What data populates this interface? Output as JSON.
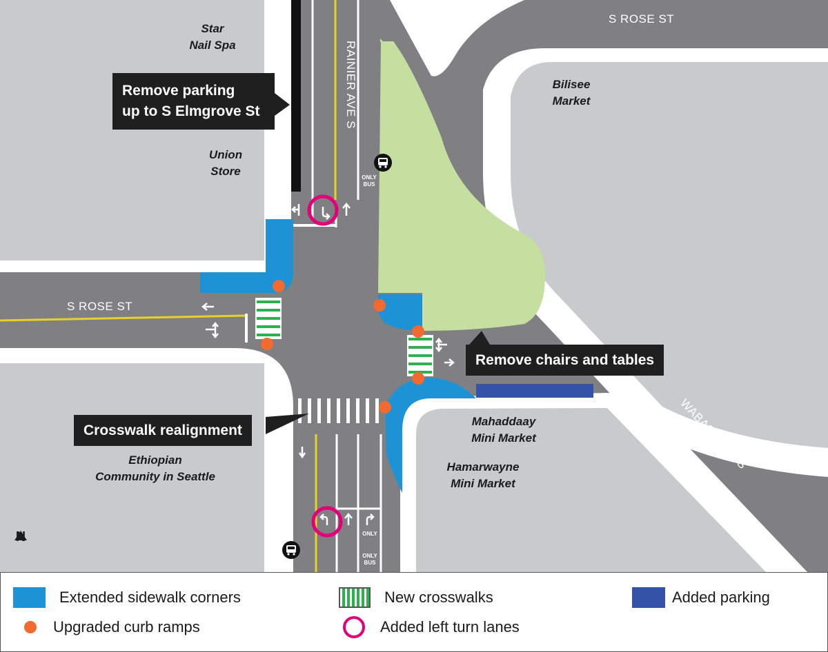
{
  "map": {
    "streets": {
      "rose_top": "S ROSE ST",
      "rose_left": "S ROSE ST",
      "rainier": "RAINIER AVE S",
      "wabash": "WABASH AVE S"
    },
    "businesses": {
      "star_nail": [
        "Star",
        "Nail Spa"
      ],
      "union_store": [
        "Union",
        "Store"
      ],
      "bilisee": [
        "Bilisee",
        "Market"
      ],
      "ethiopian": [
        "Ethiopian",
        "Community in Seattle"
      ],
      "mahaddaay": [
        "Mahaddaay",
        "Mini Market"
      ],
      "hamarwayne": [
        "Hamarwayne",
        "Mini Market"
      ]
    },
    "callouts": {
      "remove_parking": [
        "Remove parking",
        "up to S Elmgrove St"
      ],
      "remove_chairs": "Remove chairs and tables",
      "crosswalk": "Crosswalk realignment"
    },
    "lane_text": {
      "only_bus_top": [
        "ONLY",
        "BUS"
      ],
      "only_bottom_right": "ONLY",
      "only_bus_bottom": [
        "ONLY",
        "BUS"
      ]
    },
    "north_label": "N",
    "colors": {
      "road": "#808083",
      "block": "#c9cacc",
      "plaza": "#c5dfa0",
      "sidewalk_ext": "#1d93d6",
      "curb_ramp": "#f26a30",
      "crosswalk_new": "#2bb24c",
      "left_turn": "#e2007a",
      "parking": "#3452a8"
    }
  },
  "legend": {
    "items": [
      {
        "key": "sidewalk",
        "label": "Extended sidewalk corners"
      },
      {
        "key": "crosswalk",
        "label": "New  crosswalks"
      },
      {
        "key": "parking",
        "label": "Added parking"
      },
      {
        "key": "ramp",
        "label": "Upgraded curb ramps"
      },
      {
        "key": "turn",
        "label": "Added left turn lanes"
      }
    ]
  }
}
